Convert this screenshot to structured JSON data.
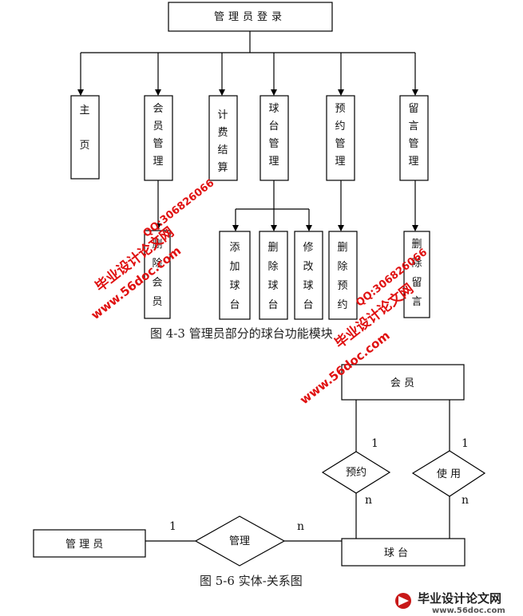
{
  "fig1": {
    "root": "管理员登录",
    "modules": [
      "主页",
      "会员管理",
      "计费结算",
      "球台管理",
      "预约管理",
      "留言管理"
    ],
    "subs": {
      "member": "删除会员",
      "table": [
        "添加球台",
        "删除球台",
        "修改球台"
      ],
      "booking": "删除预约",
      "message": "删除留言"
    },
    "caption": "图 4-3   管理员部分的球台功能模块"
  },
  "fig2": {
    "entities": {
      "member": "会 员",
      "admin": "管 理 员",
      "table": "球 台"
    },
    "relations": {
      "book": "预约",
      "use": "使 用",
      "manage": "管理"
    },
    "cardinalities": {
      "book_top": "1",
      "book_bottom": "n",
      "use_top": "1",
      "use_bottom": "n",
      "manage_left": "1",
      "manage_right": "n"
    },
    "caption": "图 5-6   实体-关系图"
  },
  "watermarks": {
    "site1": "毕业设计论文网",
    "url": "www.56doc.com",
    "qq": "QQ:306826066",
    "logo_text": "毕业设计论文网",
    "logo_url": "www.56doc.com"
  },
  "colors": {
    "watermark": "#e01010"
  }
}
